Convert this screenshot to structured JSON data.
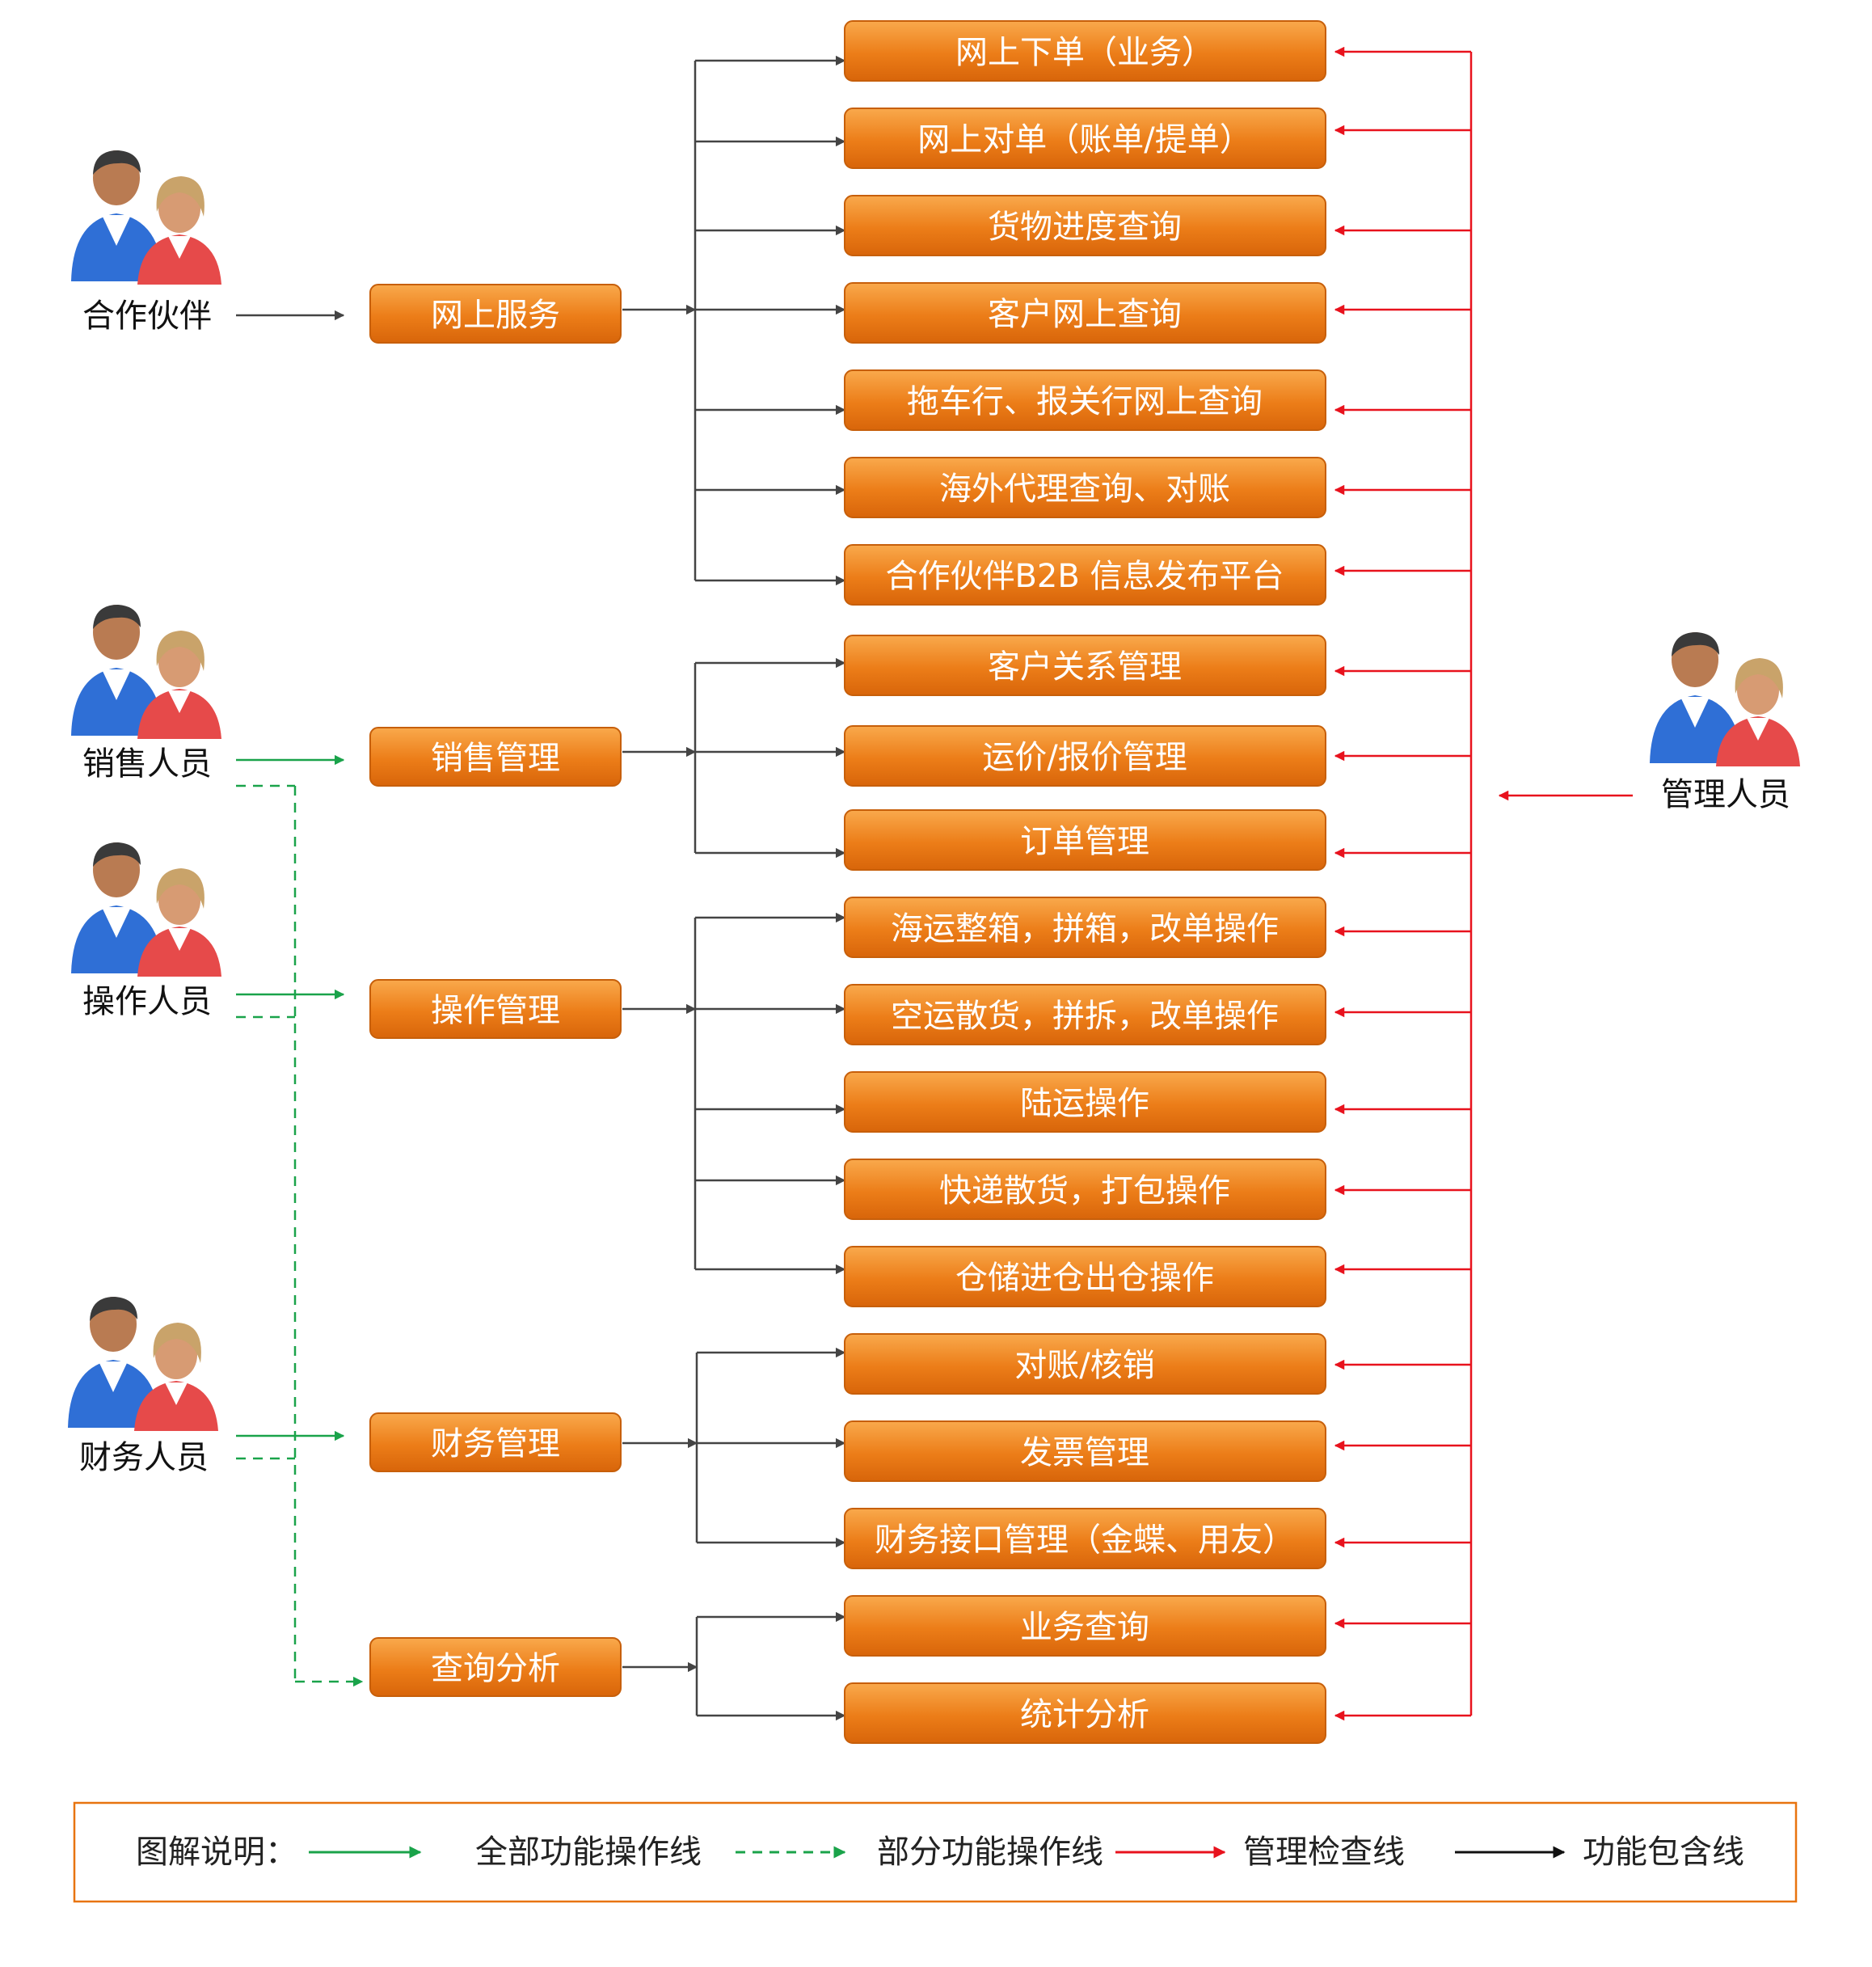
{
  "roles": {
    "partner": "合作伙伴",
    "sales": "销售人员",
    "ops": "操作人员",
    "finance": "财务人员",
    "admin": "管理人员"
  },
  "modules": {
    "online": "网上服务",
    "sales": "销售管理",
    "ops": "操作管理",
    "finance": "财务管理",
    "query": "查询分析"
  },
  "functions": {
    "online": [
      "网上下单（业务）",
      "网上对单（账单/提单）",
      "货物进度查询",
      "客户网上查询",
      "拖车行、报关行网上查询",
      "海外代理查询、对账",
      "合作伙伴B2B 信息发布平台"
    ],
    "sales": [
      "客户关系管理",
      "运价/报价管理",
      "订单管理"
    ],
    "ops": [
      "海运整箱，拼箱，改单操作",
      "空运散货，拼拆，改单操作",
      "陆运操作",
      "快递散货，打包操作",
      "仓储进仓出仓操作"
    ],
    "finance": [
      "对账/核销",
      "发票管理",
      "财务接口管理（金蝶、用友）"
    ],
    "query": [
      "业务查询",
      "统计分析"
    ]
  },
  "legend": {
    "title": "图解说明：",
    "full": "全部功能操作线",
    "partial": "部分功能操作线",
    "check": "管理检查线",
    "contain": "功能包含线"
  },
  "colors": {
    "box": "#e8740f",
    "full": "#1aa34a",
    "partial": "#1aa34a",
    "check": "#e8121d",
    "contain": "#444444",
    "legend_border": "#e8740f"
  },
  "icons": {
    "person": "users-icon"
  }
}
